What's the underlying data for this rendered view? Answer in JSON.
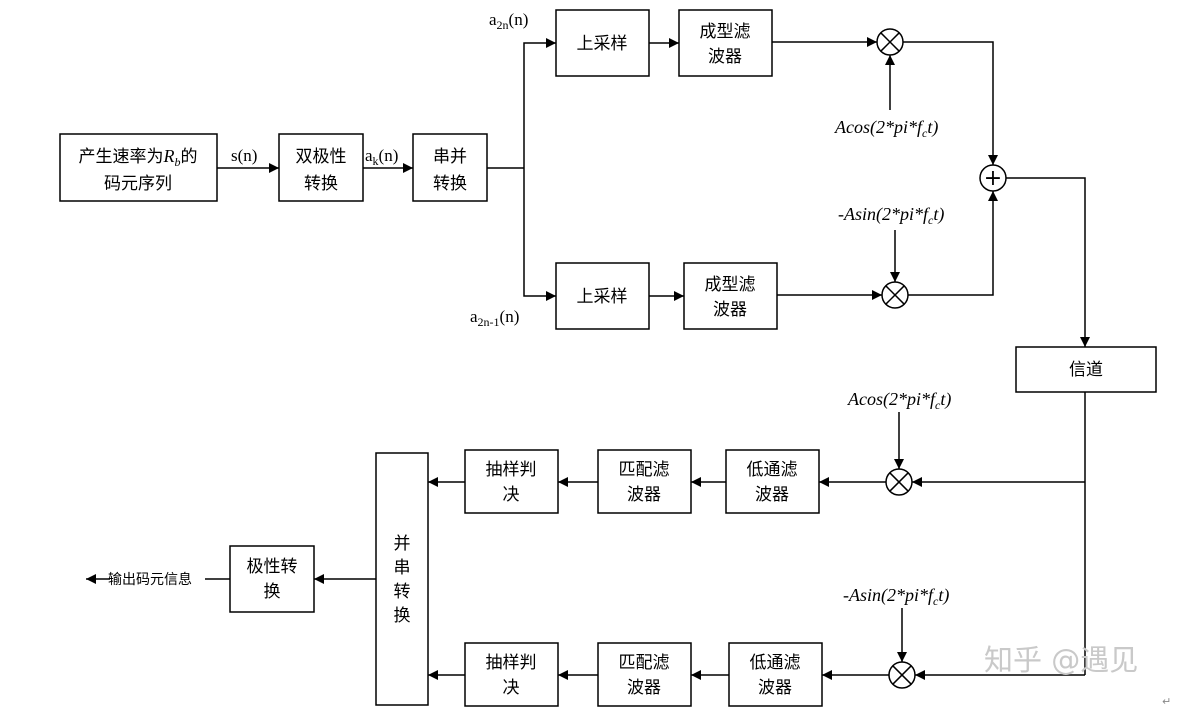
{
  "transmitter": {
    "source": {
      "line1_pre": "产生速率为",
      "line1_var": "R",
      "line1_sub": "b",
      "line1_post": "的",
      "line2": "码元序列"
    },
    "bipolar": {
      "line1": "双极性",
      "line2": "转换"
    },
    "sp": {
      "line1": "串并",
      "line2": "转换"
    },
    "upsample_top": "上采样",
    "upsample_bottom": "上采样",
    "shaping_top": {
      "line1": "成型滤",
      "line2": "波器"
    },
    "shaping_bottom": {
      "line1": "成型滤",
      "line2": "波器"
    },
    "label_s": "s(n)",
    "label_ak": {
      "base": "a",
      "sub": "k",
      "post": "(n)"
    },
    "label_a2n": {
      "base": "a",
      "sub": "2n",
      "post": "(n)"
    },
    "label_a2n1": {
      "base": "a",
      "sub": "2n-1",
      "post": "(n)"
    },
    "carrier_cos": {
      "pre": "Acos",
      "mid": "(2*pi*f",
      "sub": "c",
      "post": "t)"
    },
    "carrier_sin": {
      "pre": "-Asin",
      "mid": "(2*pi*f",
      "sub": "c",
      "post": "t)"
    },
    "adder_symbol": "+"
  },
  "channel": "信道",
  "receiver": {
    "carrier_cos": {
      "pre": "Acos",
      "mid": "(2*pi*f",
      "sub": "c",
      "post": "t)"
    },
    "carrier_sin": {
      "pre": "-Asin",
      "mid": "(2*pi*f",
      "sub": "c",
      "post": "t)"
    },
    "lpf_top": {
      "line1": "低通滤",
      "line2": "波器"
    },
    "lpf_bottom": {
      "line1": "低通滤",
      "line2": "波器"
    },
    "mf_top": {
      "line1": "匹配滤",
      "line2": "波器"
    },
    "mf_bottom": {
      "line1": "匹配滤",
      "line2": "波器"
    },
    "dec_top": {
      "line1": "抽样判",
      "line2": "决"
    },
    "dec_bottom": {
      "line1": "抽样判",
      "line2": "决"
    },
    "ps": [
      "并",
      "串",
      "转",
      "换"
    ],
    "polarity": {
      "line1": "极性转",
      "line2": "换"
    },
    "output_label": "输出码元信息"
  },
  "watermark": "知乎 @遇见",
  "corner_mark": "↵"
}
